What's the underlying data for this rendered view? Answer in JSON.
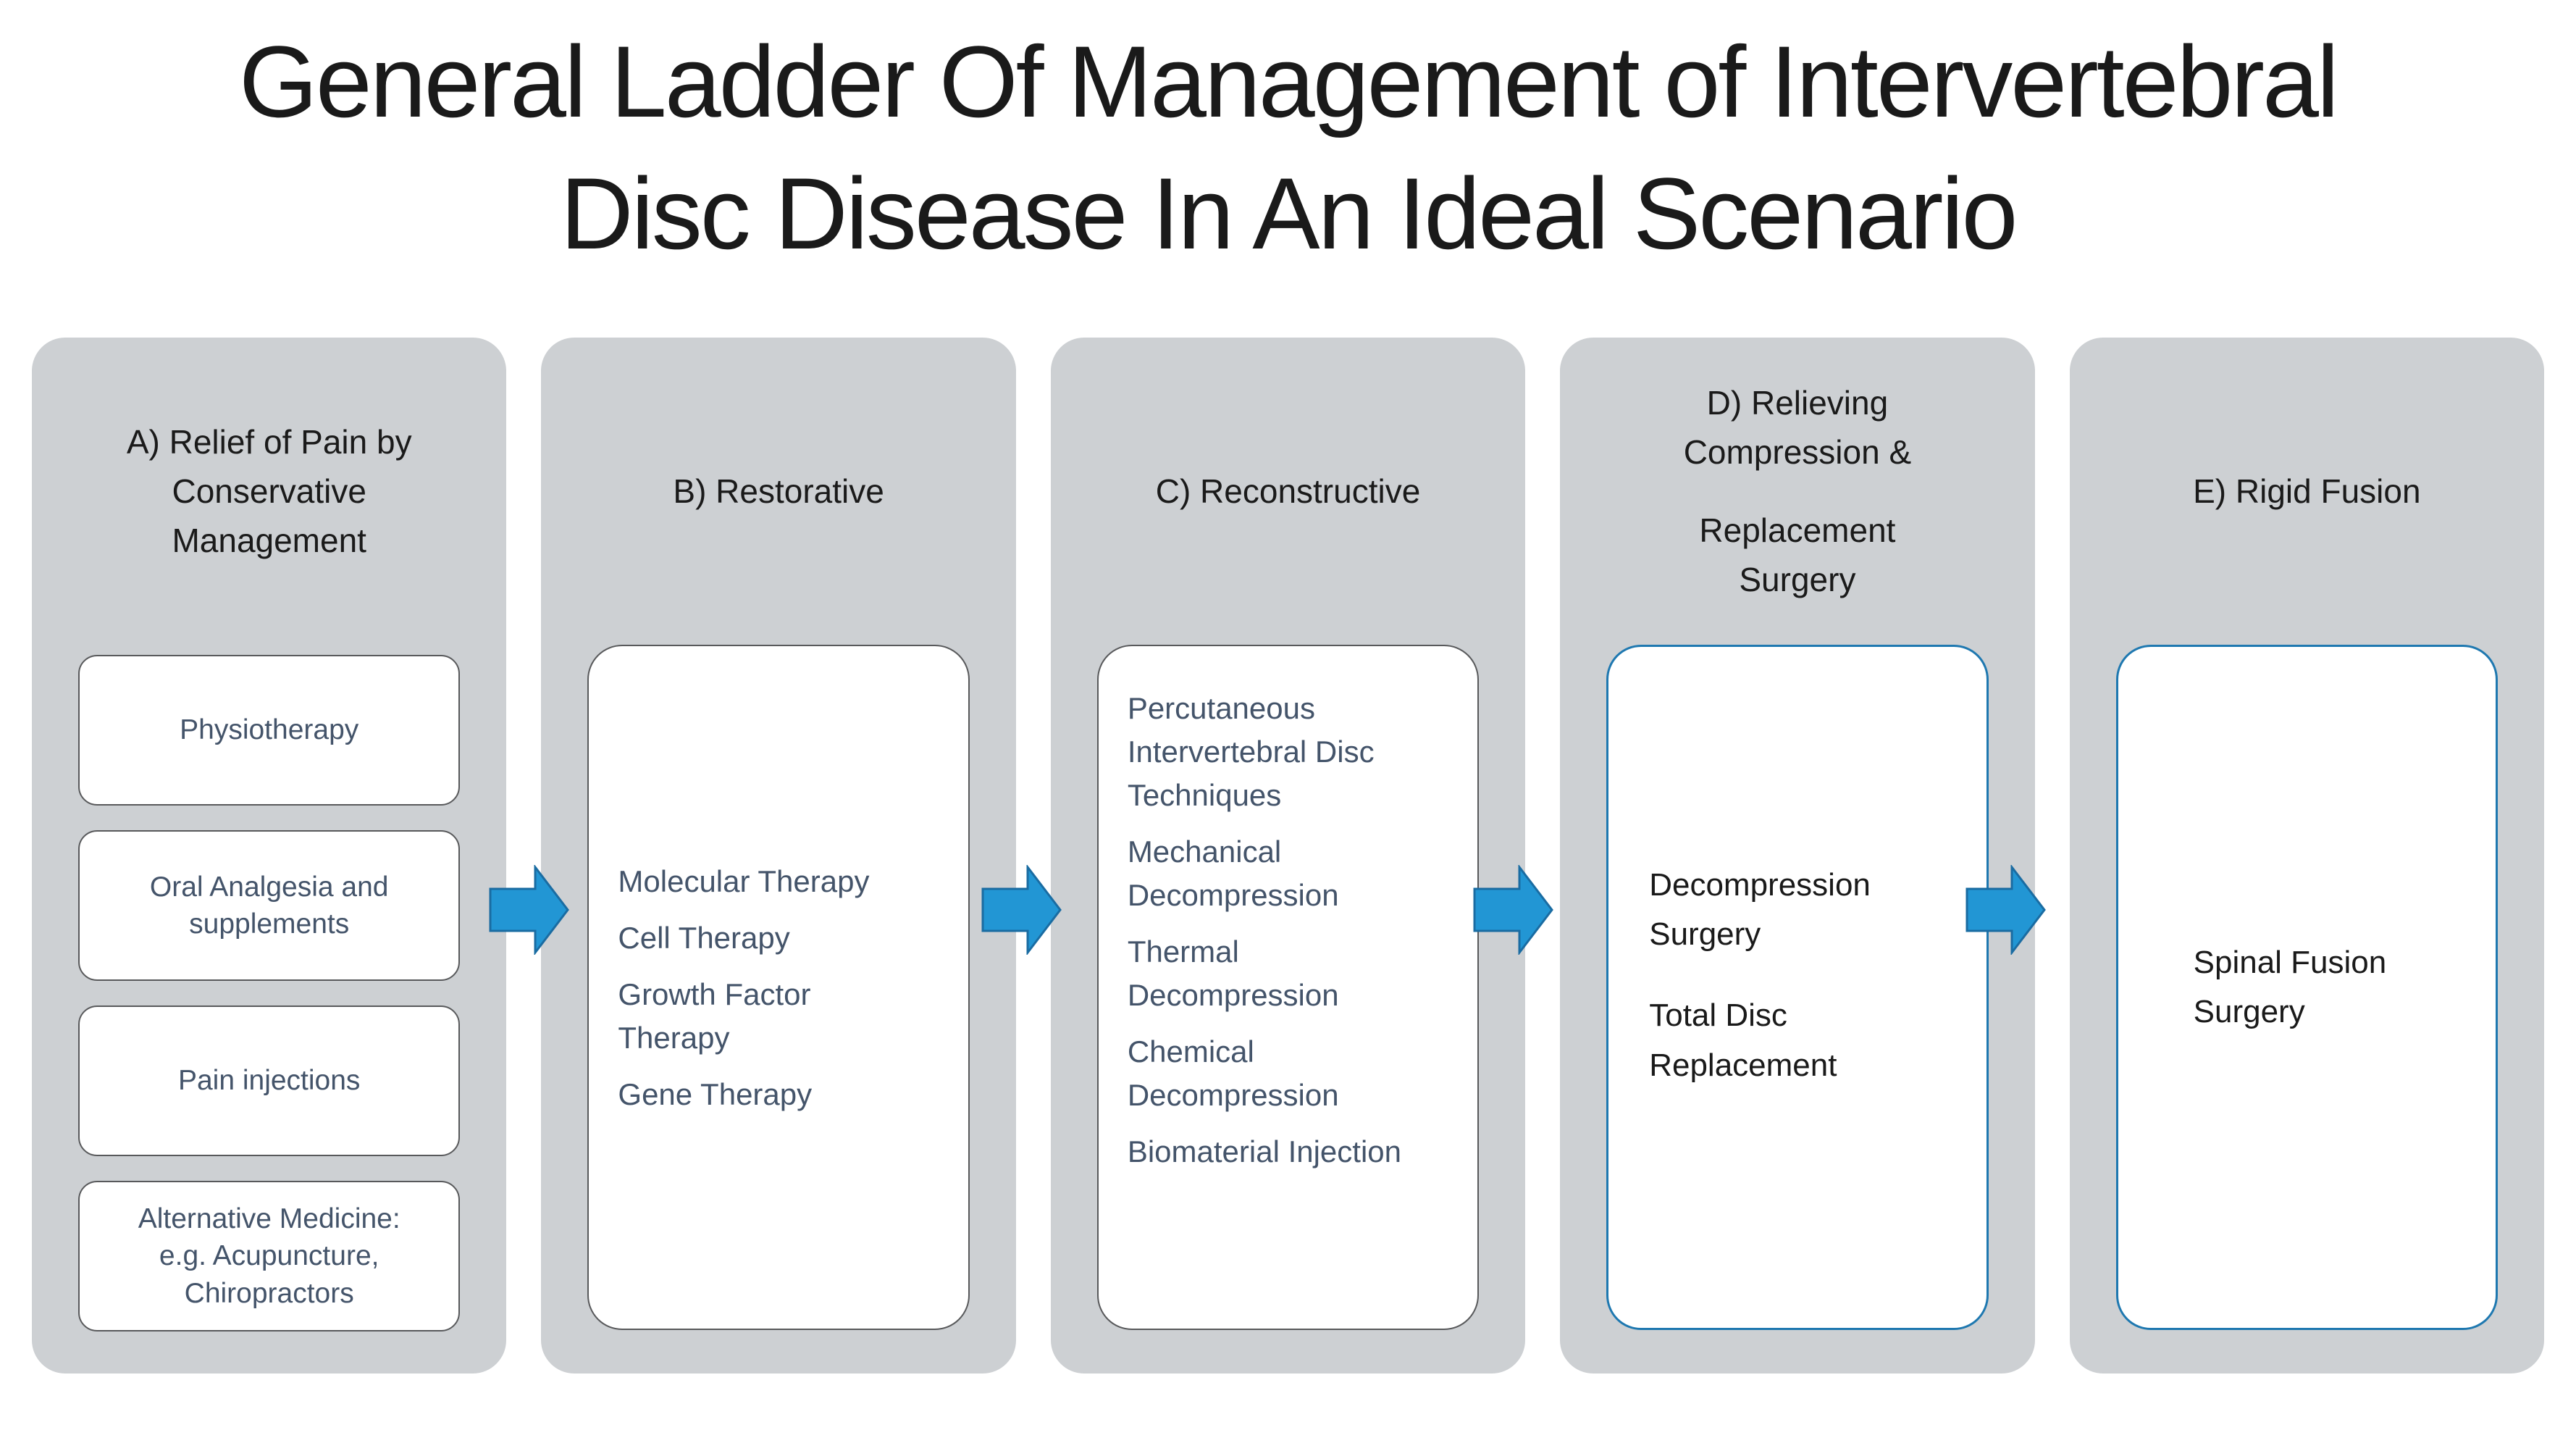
{
  "title": {
    "lines": [
      "General Ladder Of Management of Intervertebral",
      "Disc Disease In An Ideal Scenario"
    ]
  },
  "columns": [
    {
      "label": "A",
      "header_lines": [
        "A) Relief of Pain by",
        "Conservative",
        "Management"
      ],
      "boxes": [
        "Physiotherapy",
        "Oral Analgesia and supplements",
        "Pain injections",
        "Alternative Medicine: e.g. Acupuncture, Chiropractors"
      ]
    },
    {
      "label": "B",
      "header_lines": [
        "B) Restorative"
      ],
      "box_items": [
        "Molecular Therapy",
        "Cell Therapy",
        "Growth Factor Therapy",
        "Gene Therapy"
      ]
    },
    {
      "label": "C",
      "header_lines": [
        "C) Reconstructive"
      ],
      "box_items": [
        "Percutaneous Intervertebral Disc Techniques",
        "Mechanical Decompression",
        "Thermal Decompression",
        "Chemical Decompression",
        "Biomaterial Injection"
      ]
    },
    {
      "label": "D",
      "header_paragraphs": [
        "D) Relieving Compression &",
        "Replacement Surgery"
      ],
      "box_items": [
        "Decompression Surgery",
        "Total Disc Replacement"
      ]
    },
    {
      "label": "E",
      "header_lines": [
        "E) Rigid Fusion"
      ],
      "box_items": [
        "Spinal Fusion Surgery"
      ]
    }
  ],
  "arrows": {
    "icon": "right-block-arrow",
    "count": 4
  },
  "colors": {
    "column_bg": "#CDD0D3",
    "box_border_gray": "#58595B",
    "box_border_blue": "#1E78B0",
    "box_text_blue": "#44546A",
    "box_text_dark": "#1A1A1A",
    "arrow_fill": "#2296D4",
    "arrow_stroke": "#1A6CA2",
    "title_color": "#1A1A1A"
  }
}
